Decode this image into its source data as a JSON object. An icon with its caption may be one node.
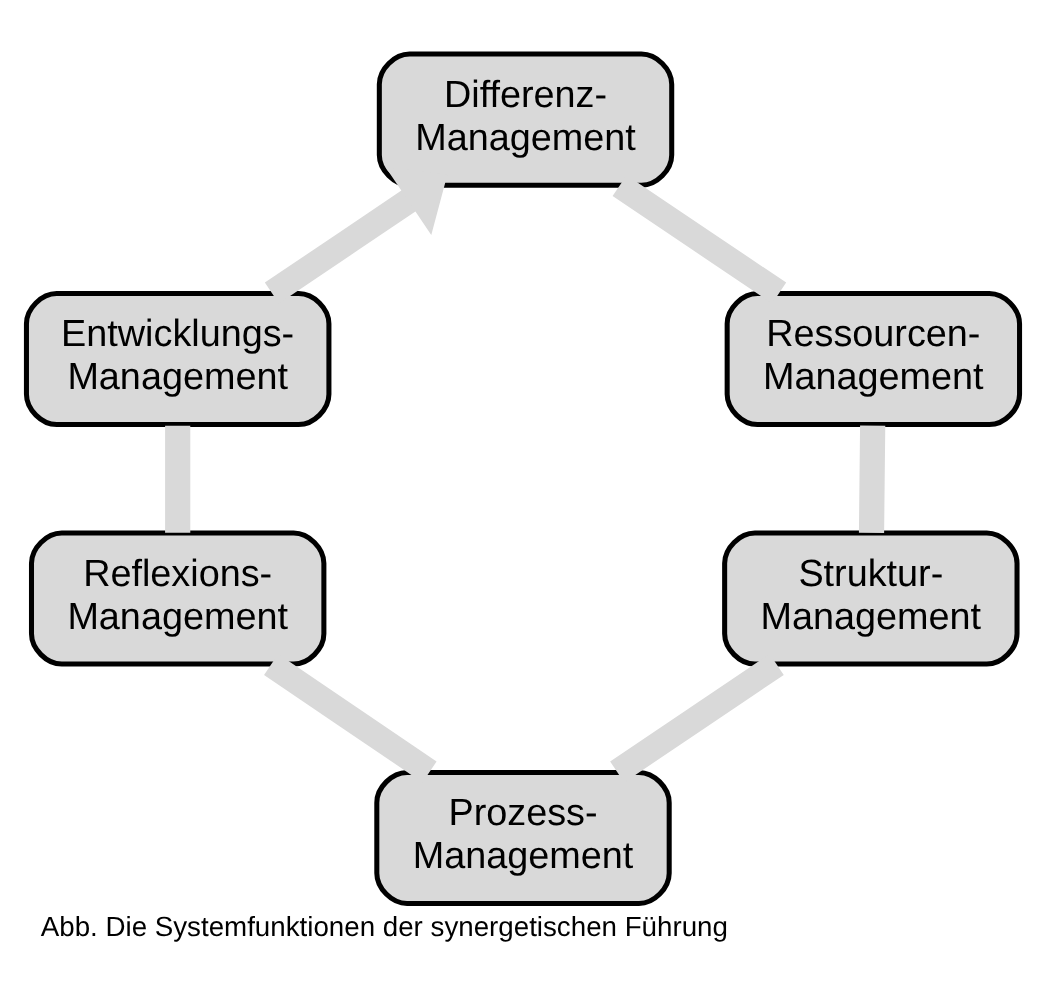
{
  "diagram": {
    "caption": "Abb. Die Systemfunktionen der synergetischen Führung",
    "nodes": [
      {
        "text": [
          "Differenz- Management"
        ]
      },
      {
        "text": [
          "Ressourcen- Management"
        ]
      },
      {
        "text": [
          "Struktur- Management"
        ]
      },
      {
        "text": [
          "Prozess- Management"
        ]
      },
      {
        "text": [
          "Reflexions- Management"
        ]
      },
      {
        "text": [
          "Entwicklungs- Management"
        ]
      }
    ],
    "edges": [
      {
        "from": 0,
        "to": 1,
        "arrow": "none"
      },
      {
        "from": 1,
        "to": 2,
        "arrow": "none"
      },
      {
        "from": 2,
        "to": 3,
        "arrow": "none"
      },
      {
        "from": 3,
        "to": 4,
        "arrow": "none"
      },
      {
        "from": 4,
        "to": 5,
        "arrow": "none"
      },
      {
        "from": 5,
        "to": 0,
        "arrow": "to"
      }
    ]
  }
}
